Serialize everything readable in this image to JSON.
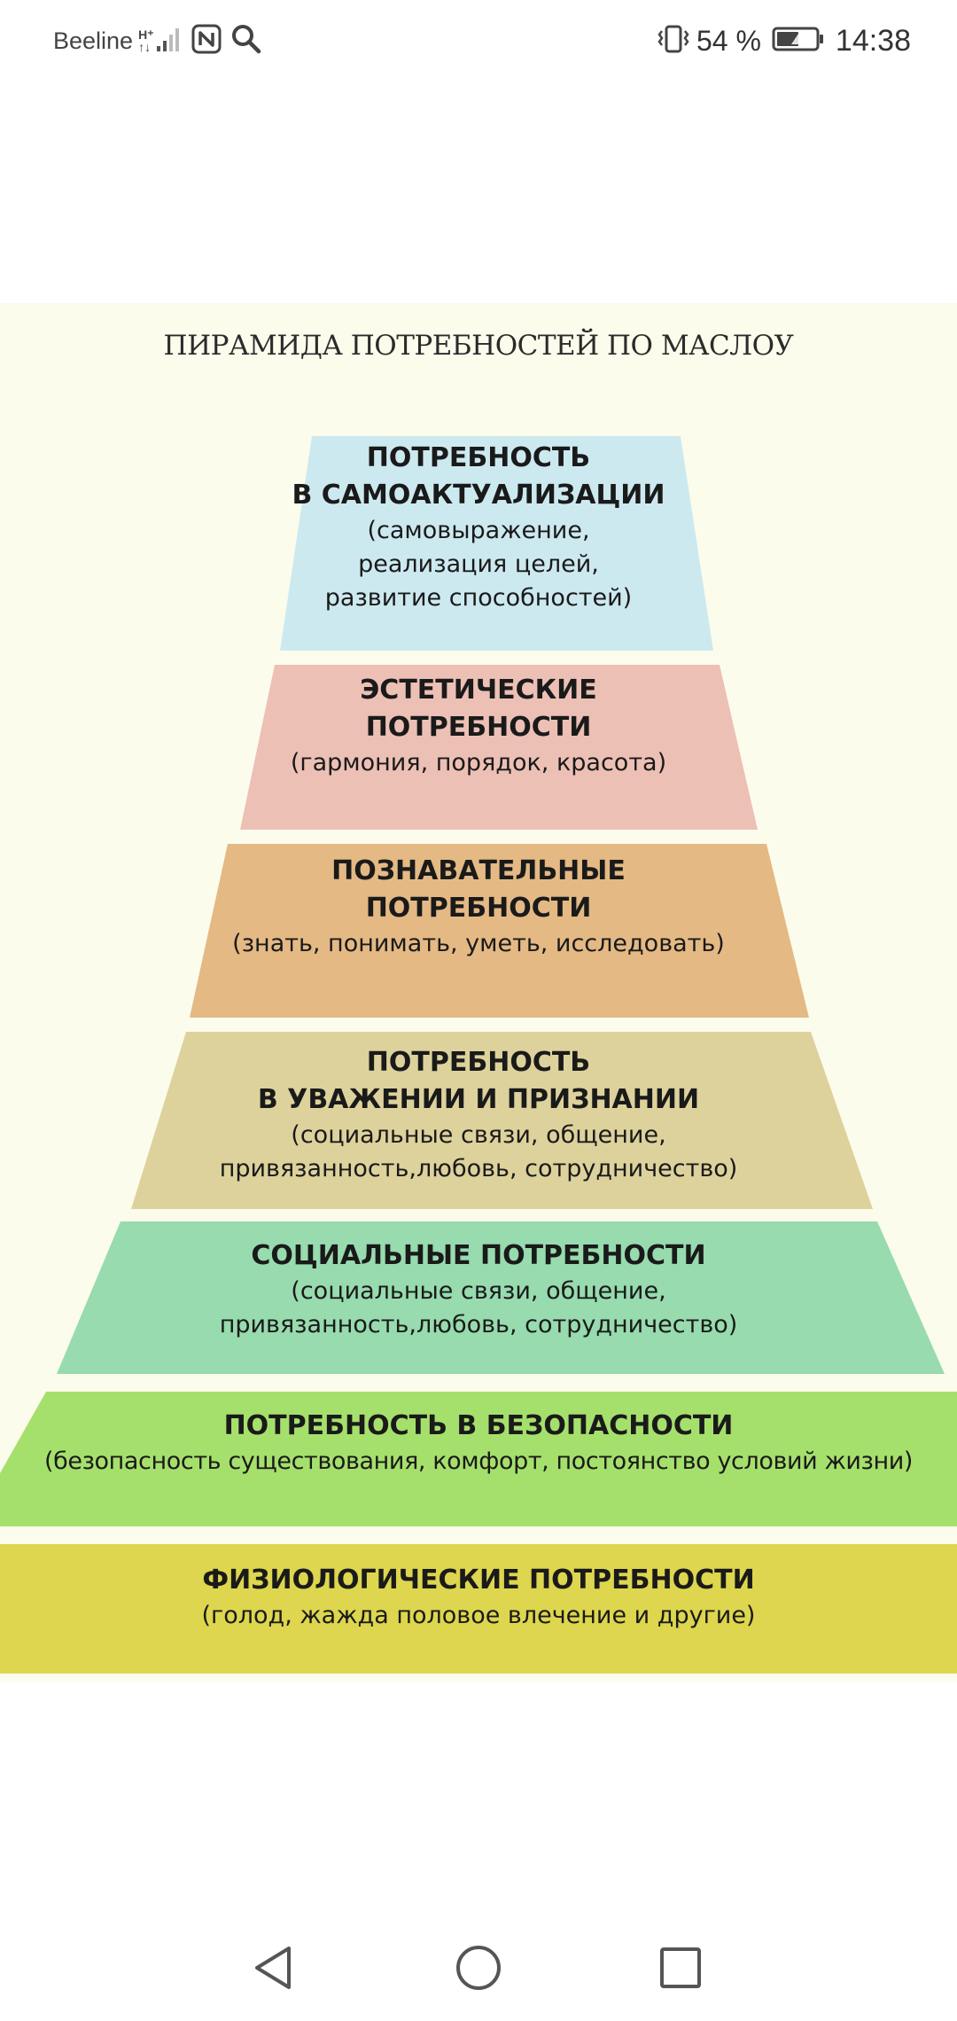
{
  "status_bar": {
    "carrier": "Beeline",
    "network_type": "H⁺\n↑↓",
    "battery_percent": "54 %",
    "time": "14:38",
    "icons": [
      "signal-icon",
      "nfc-icon",
      "search-icon",
      "vibrate-icon",
      "battery-icon"
    ]
  },
  "image": {
    "title": "ПИРАМИДА ПОТРЕБНОСТЕЙ ПО МАСЛОУ",
    "levels": [
      {
        "title_lines": [
          "ПОТРЕБНОСТЬ",
          "В САМОАКТУАЛИЗАЦИИ"
        ],
        "desc_lines": [
          "(самовыражение,",
          "реализация целей,",
          "развитие способностей)"
        ],
        "color": "#cde9f0"
      },
      {
        "title_lines": [
          "ЭСТЕТИЧЕСКИЕ",
          "ПОТРЕБНОСТИ"
        ],
        "desc_lines": [
          "(гармония, порядок, красота)"
        ],
        "color": "#edc0b6"
      },
      {
        "title_lines": [
          "ПОЗНАВАТЕЛЬНЫЕ",
          "ПОТРЕБНОСТИ"
        ],
        "desc_lines": [
          "(знать, понимать, уметь, исследовать)"
        ],
        "color": "#e4b984"
      },
      {
        "title_lines": [
          "ПОТРЕБНОСТЬ",
          "В УВАЖЕНИИ И ПРИЗНАНИИ"
        ],
        "desc_lines": [
          "(социальные связи, общение,",
          "привязанность,любовь, сотрудничество)"
        ],
        "color": "#ddd29c"
      },
      {
        "title_lines": [
          "СОЦИАЛЬНЫЕ ПОТРЕБНОСТИ"
        ],
        "desc_lines": [
          "(социальные связи, общение,",
          "привязанность,любовь, сотрудничество)"
        ],
        "color": "#97dbae"
      },
      {
        "title_lines": [
          "ПОТРЕБНОСТЬ В БЕЗОПАСНОСТИ"
        ],
        "desc_lines": [
          "(безопасность существования, комфорт, постоянство условий жизни)"
        ],
        "color": "#a6e06c"
      },
      {
        "title_lines": [
          "ФИЗИОЛОГИЧЕСКИЕ ПОТРЕБНОСТИ"
        ],
        "desc_lines": [
          "(голод, жажда половое влечение и другие)"
        ],
        "color": "#ddd64e"
      }
    ]
  },
  "nav_bar": {
    "buttons": [
      "back-icon",
      "home-icon",
      "recents-icon"
    ]
  }
}
